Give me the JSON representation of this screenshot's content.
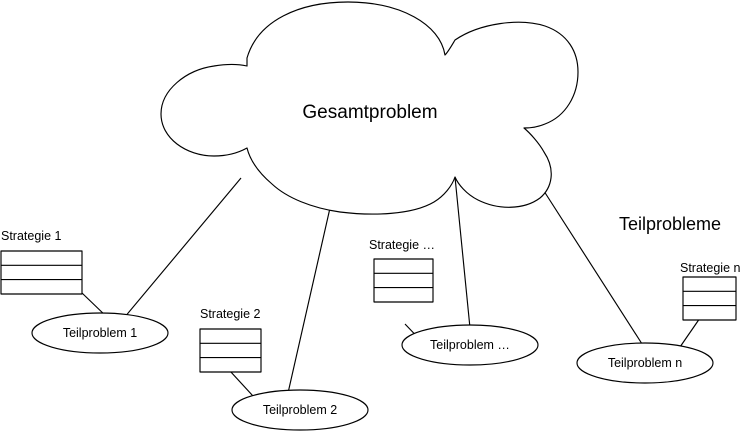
{
  "diagram": {
    "title_main": "Gesamtproblem",
    "section_label": "Teilprobleme",
    "root": {
      "name": "cloud-root",
      "label": "Gesamtproblem",
      "shape": "cloud"
    },
    "branches": [
      {
        "id": "branch-1",
        "strategy_label": "Strategie 1",
        "subproblem_label": "Teilproblem 1",
        "strategy_rows": 3
      },
      {
        "id": "branch-2",
        "strategy_label": "Strategie 2",
        "subproblem_label": "Teilproblem 2",
        "strategy_rows": 3
      },
      {
        "id": "branch-3",
        "strategy_label": "Strategie …",
        "subproblem_label": "Teilproblem …",
        "strategy_rows": 3
      },
      {
        "id": "branch-n",
        "strategy_label": "Strategie n",
        "subproblem_label": "Teilproblem n",
        "strategy_rows": 3
      }
    ],
    "colors": {
      "stroke": "#000000",
      "fill": "#ffffff",
      "text": "#000000"
    }
  }
}
